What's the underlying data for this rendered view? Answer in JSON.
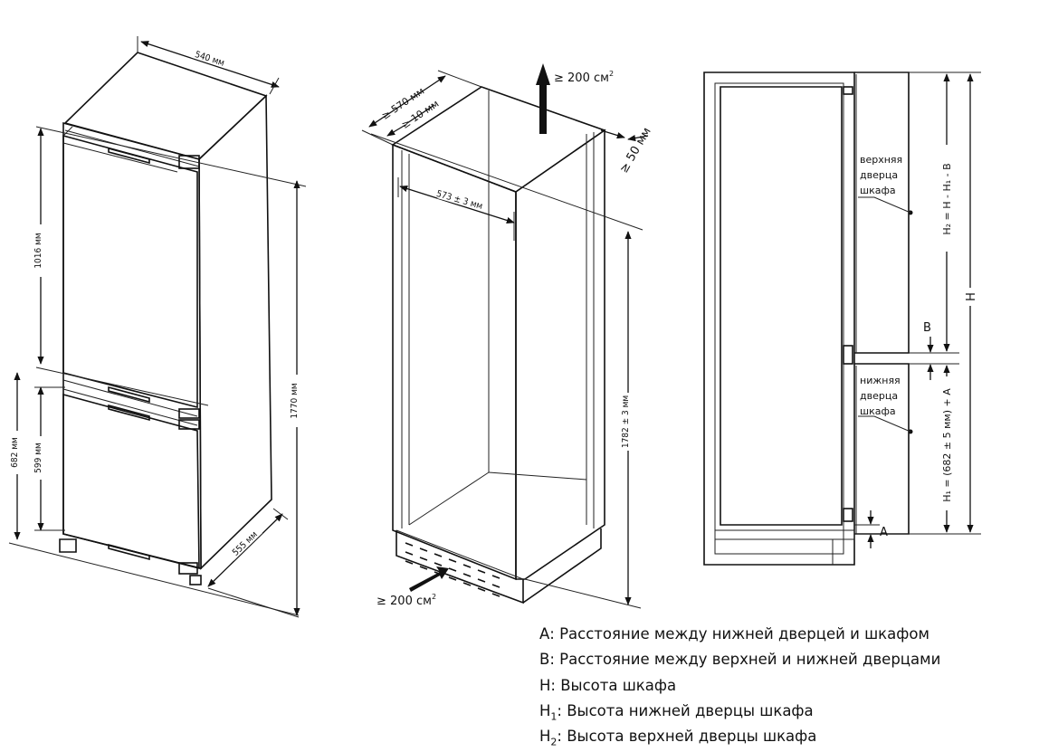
{
  "fridge": {
    "width": "540 мм",
    "top_door": "1016 мм",
    "total_height": "1770 мм",
    "lower_outer": "682 мм",
    "lower_door": "599 мм",
    "depth": "555 мм"
  },
  "cabinet": {
    "depth": "≥ 570 мм",
    "gap": "≥ 10 мм",
    "vent_top": "≥ 200 см",
    "vent_bottom": "≥ 200 см",
    "sq": "2",
    "clearance": "≥ 50 мм",
    "inner_width": "573 ± 3 мм",
    "inner_height": "1782 ± 3 мм"
  },
  "section": {
    "upper_door_lines": [
      "верхняя",
      "дверца",
      "шкафа"
    ],
    "lower_door_lines": [
      "нижняя",
      "дверца",
      "шкафа"
    ],
    "h2_formula": "H₂ = H - H₁ - B",
    "h1_formula": "H₁ = (682 ± 5 мм) + A",
    "label_h": "H",
    "label_a": "A",
    "label_b": "B"
  },
  "legend": [
    {
      "sym": "A",
      "sub": "",
      "text": ": Расстояние между нижней дверцей и шкафом"
    },
    {
      "sym": "B",
      "sub": "",
      "text": ": Расстояние между верхней и нижней дверцами"
    },
    {
      "sym": "H",
      "sub": "",
      "text": ": Высота шкафа"
    },
    {
      "sym": "H",
      "sub": "1",
      "text": ": Высота нижней дверцы шкафа"
    },
    {
      "sym": "H",
      "sub": "2",
      "text": ": Высота верхней дверцы шкафа"
    }
  ]
}
